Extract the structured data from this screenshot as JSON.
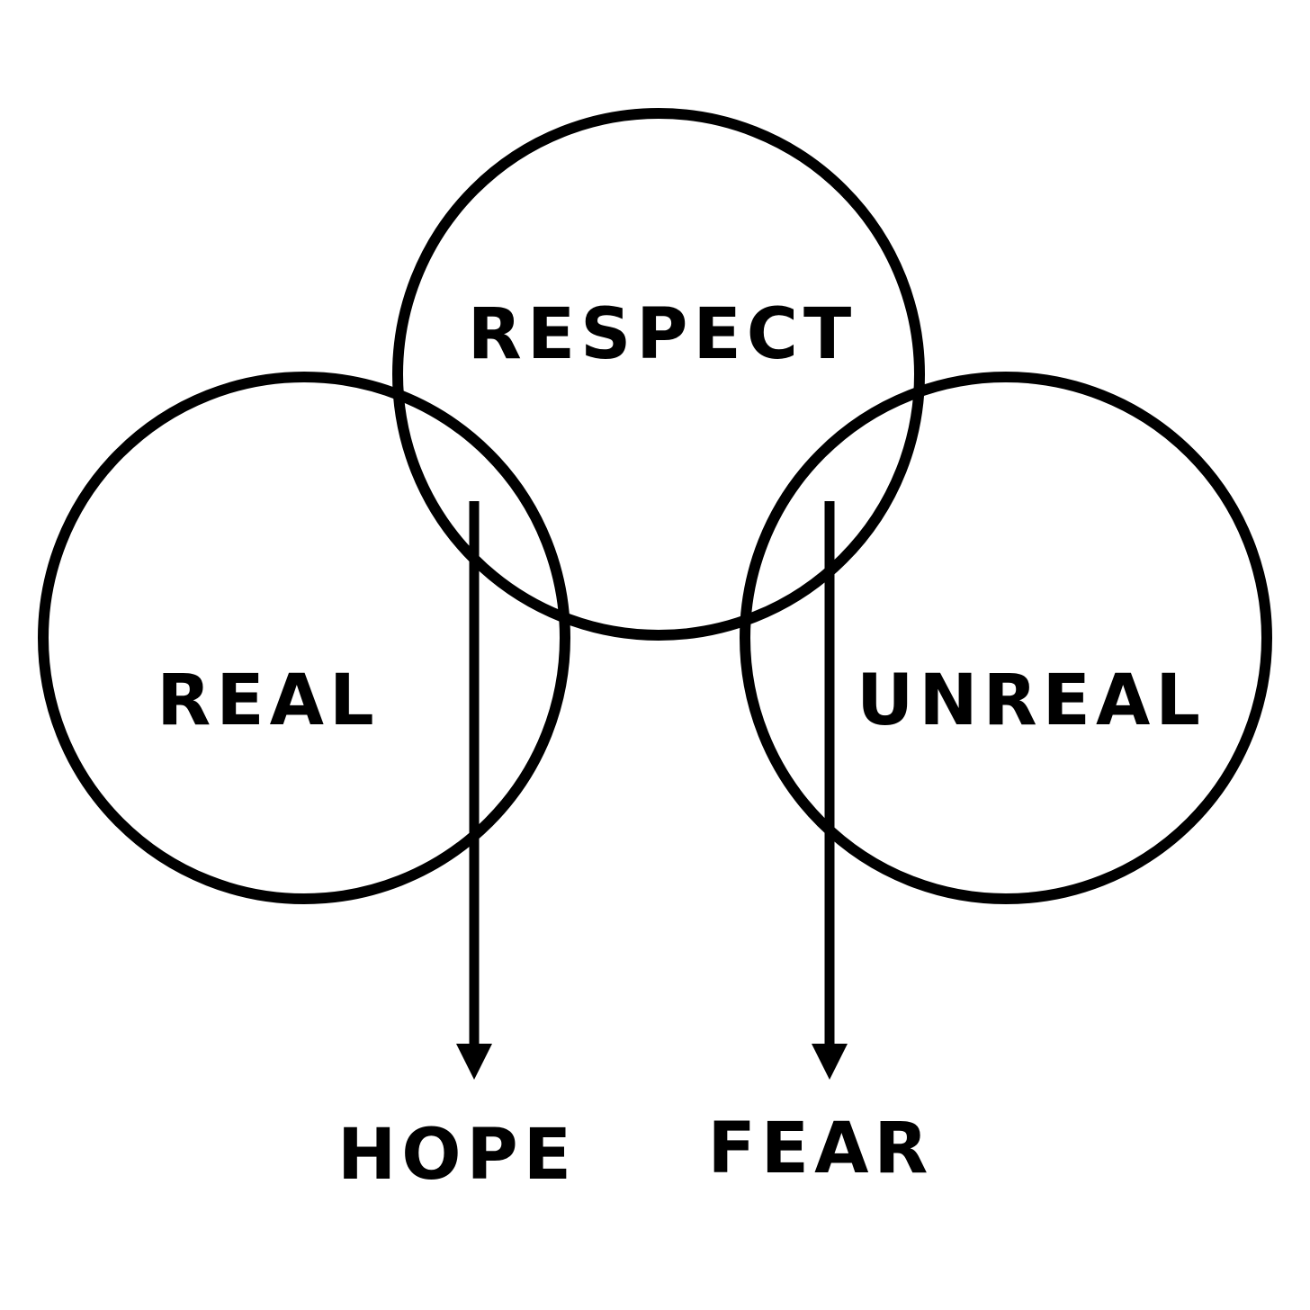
{
  "colors": {
    "background": "#ffffff",
    "ink": "#000000"
  },
  "diagram": {
    "circles": {
      "respect": "RESPECT",
      "real": "REAL",
      "unreal": "UNREAL"
    },
    "outcomes": {
      "hope": "HOPE",
      "fear": "FEAR"
    }
  }
}
